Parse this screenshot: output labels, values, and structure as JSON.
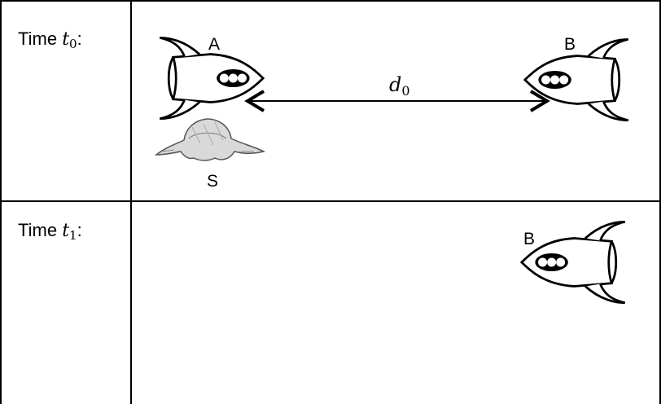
{
  "rows": [
    {
      "label_prefix": "Time ",
      "label_var": "t",
      "label_sub": "0",
      "label_suffix": ":"
    },
    {
      "label_prefix": "Time ",
      "label_var": "t",
      "label_sub": "1",
      "label_suffix": ":"
    }
  ],
  "ships": {
    "a_label": "A",
    "b_label": "B",
    "b2_label": "B",
    "s_label": "S"
  },
  "distance": {
    "var": "d",
    "sub": "0"
  },
  "icons": [
    "rocket-icon",
    "ufo-icon"
  ],
  "colors": {
    "line": "#000000",
    "background": "#ffffff",
    "ufo_fill": "#d9d9d9"
  }
}
